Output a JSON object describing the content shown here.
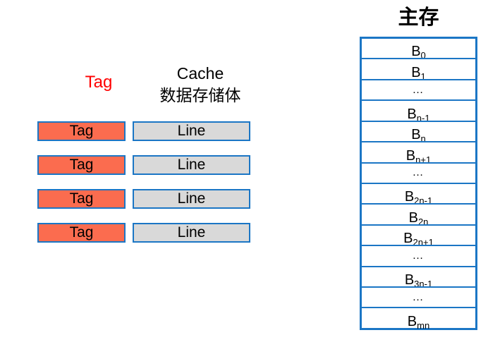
{
  "colors": {
    "border_blue": "#1b76c5",
    "tag_fill": "#fb6c4f",
    "line_fill": "#d9d9d9",
    "header_red": "#ff0000",
    "text_black": "#000000"
  },
  "cache": {
    "tag_header": "Tag",
    "header_line1": "Cache",
    "header_line2": "数据存储体",
    "rows": [
      {
        "tag": "Tag",
        "line": "Line"
      },
      {
        "tag": "Tag",
        "line": "Line"
      },
      {
        "tag": "Tag",
        "line": "Line"
      },
      {
        "tag": "Tag",
        "line": "Line"
      }
    ]
  },
  "memory": {
    "header": "主存",
    "rows": [
      {
        "base": "B",
        "sub": "0"
      },
      {
        "base": "B",
        "sub": "1"
      },
      {
        "ellipsis": "…"
      },
      {
        "base": "B",
        "sub": "n-1"
      },
      {
        "base": "B",
        "sub": "n"
      },
      {
        "base": "B",
        "sub": "n+1"
      },
      {
        "ellipsis": "…"
      },
      {
        "base": "B",
        "sub": "2n-1"
      },
      {
        "base": "B",
        "sub": "2n"
      },
      {
        "base": "B",
        "sub": "2n+1"
      },
      {
        "ellipsis": "…"
      },
      {
        "base": "B",
        "sub": "3n-1"
      },
      {
        "ellipsis": "…"
      },
      {
        "base": "B",
        "sub": "mn"
      }
    ]
  }
}
